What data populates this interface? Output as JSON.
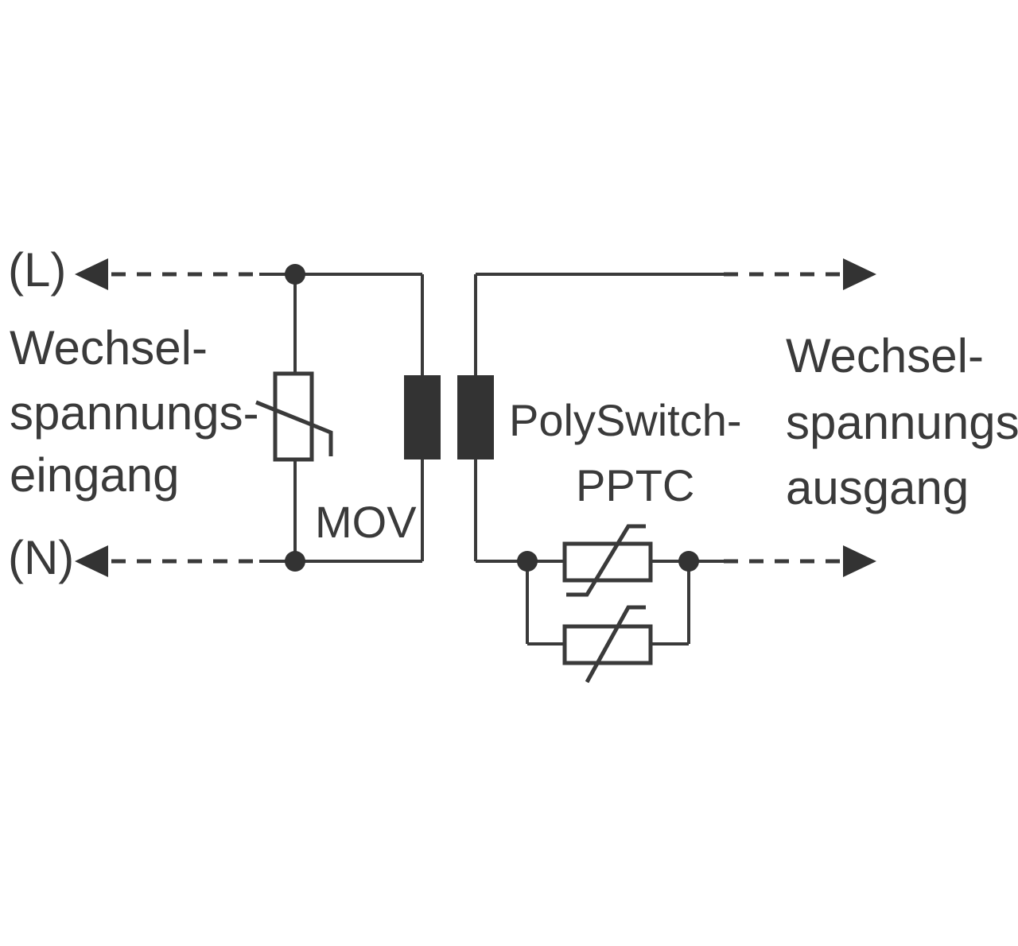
{
  "labels": {
    "line_in": "(L)",
    "neutral_in": "(N)",
    "input_line1": "Wechsel-",
    "input_line2": "spannungs-",
    "input_line3": "eingang",
    "output_line1": "Wechsel-",
    "output_line2": "spannungs-",
    "output_line3": "ausgang",
    "mov": "MOV",
    "pptc_line1": "PolySwitch-",
    "pptc_line2": "PPTC"
  },
  "colors": {
    "ink": "#3a3a3a",
    "background": "#ffffff"
  }
}
